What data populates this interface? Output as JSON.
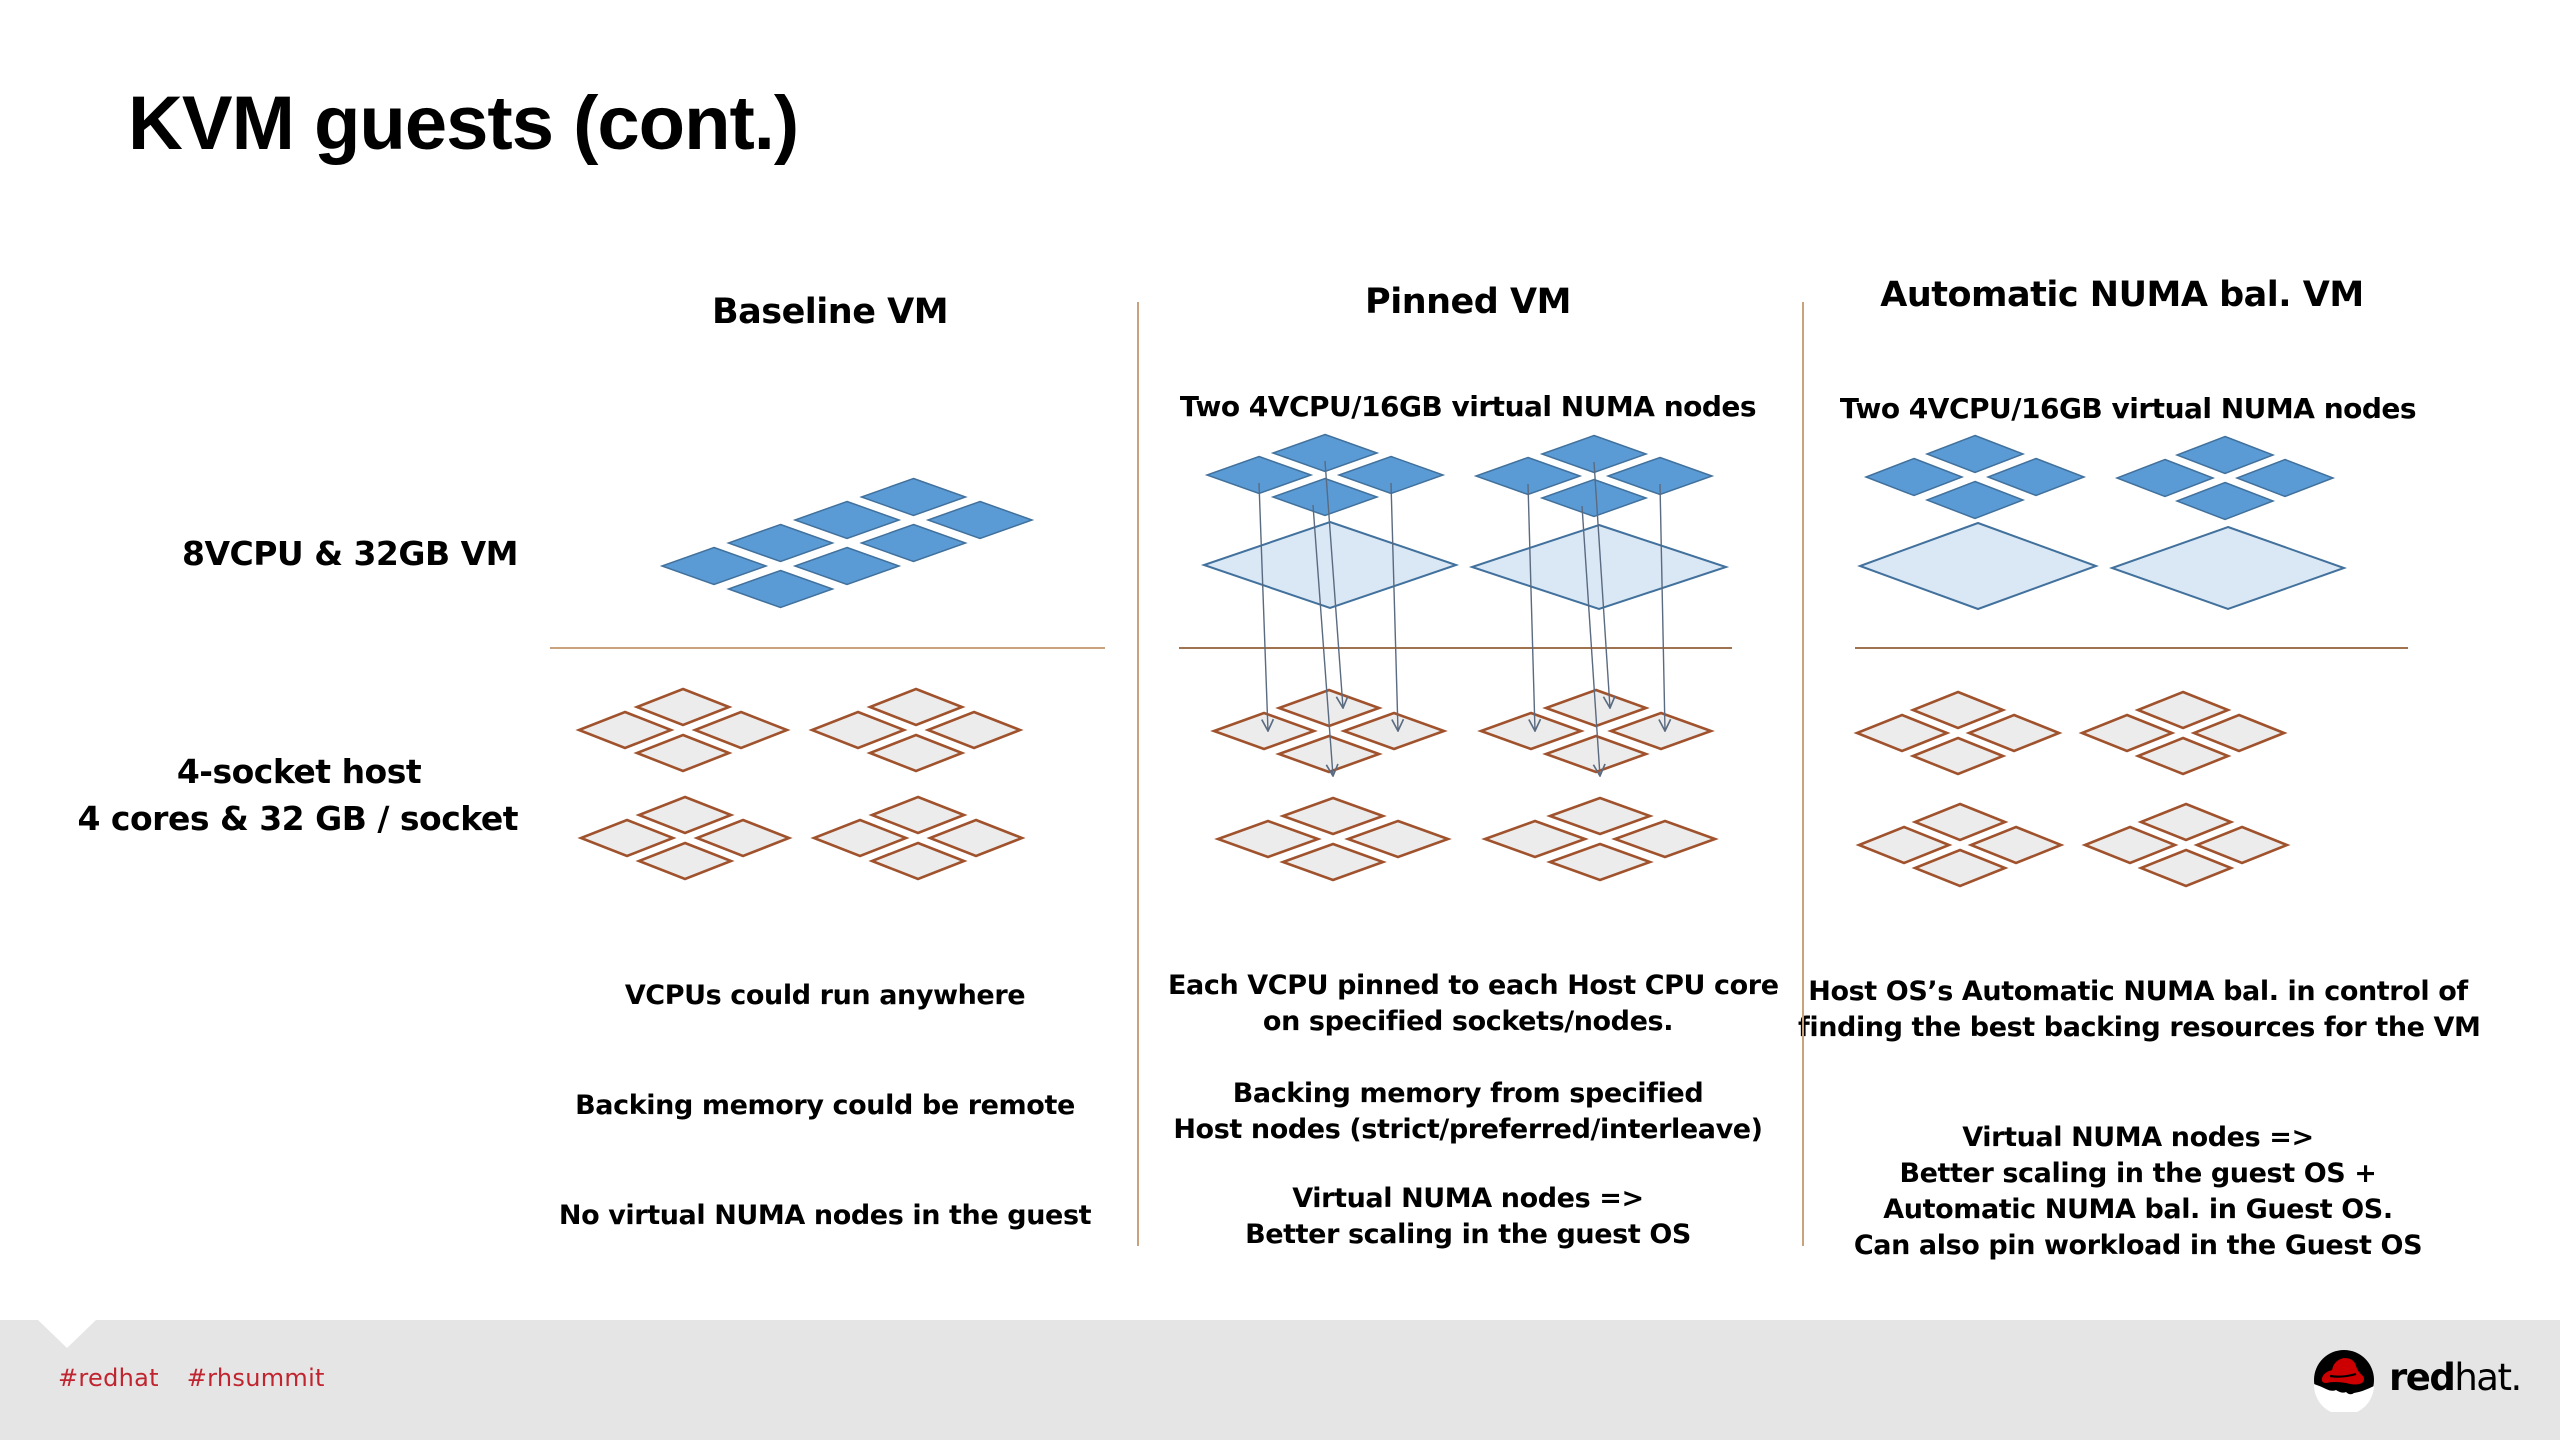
{
  "slide": {
    "title": "KVM guests (cont.)"
  },
  "row_labels": {
    "vm": "8VCPU & 32GB VM",
    "host_line1": "4-socket host",
    "host_line2": "4 cores & 32 GB / socket"
  },
  "columns": [
    {
      "heading": "Baseline VM",
      "subheading": "",
      "descriptions": [
        [
          "VCPUs could run anywhere"
        ],
        [
          "Backing memory could be remote"
        ],
        [
          "No virtual NUMA nodes in the guest"
        ]
      ]
    },
    {
      "heading": "Pinned VM",
      "subheading": "Two 4VCPU/16GB virtual NUMA nodes",
      "descriptions": [
        [
          "Each VCPU pinned to each Host CPU core",
          "on specified sockets/nodes."
        ],
        [
          "Backing memory from specified",
          "Host nodes (strict/preferred/interleave)"
        ],
        [
          "Virtual NUMA nodes =>",
          "Better scaling in the guest OS"
        ]
      ]
    },
    {
      "heading": "Automatic NUMA bal. VM",
      "subheading": "Two 4VCPU/16GB virtual NUMA nodes",
      "descriptions": [
        [
          "Host OS’s Automatic NUMA bal. in control of",
          "finding the best backing resources for the VM"
        ],
        [
          "Virtual NUMA nodes =>",
          "Better scaling in the guest OS +",
          "Automatic NUMA bal. in Guest OS.",
          "Can also pin workload in the Guest OS"
        ]
      ]
    }
  ],
  "diagram": {
    "host_sockets": 4,
    "cores_per_socket": 4,
    "vm_vcpus": 8,
    "virtual_numa_nodes": 2,
    "vcpus_per_virtual_node": 4,
    "pinned_arrows_per_node": 4,
    "colors": {
      "vcpu_fill": "#5b9bd5",
      "vcpu_stroke": "#41719c",
      "vmem_fill": "#dae7f5",
      "vmem_stroke": "#41719c",
      "host_fill": "#ececec",
      "host_stroke": "#a0522d",
      "divider": "#c9a27e",
      "arrow": "#5a6a80"
    }
  },
  "footer": {
    "hashtags": "#redhat  #rhsummit",
    "logo_text_bold": "red",
    "logo_text_light": "hat.",
    "brand_color": "#c0242f",
    "background": "#e5e5e5"
  }
}
